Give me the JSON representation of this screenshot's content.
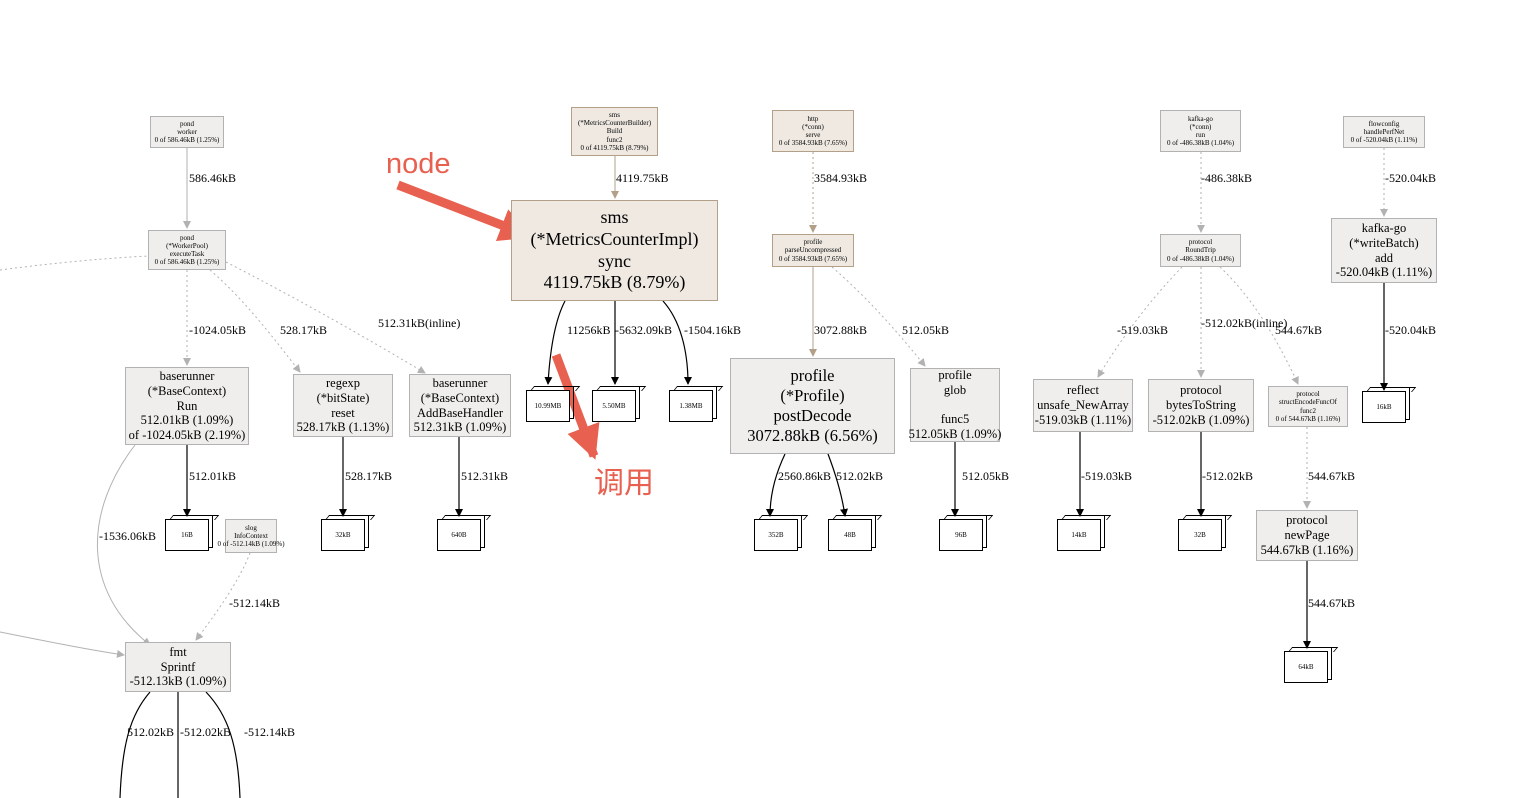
{
  "nodes": {
    "pond_worker": [
      "pond",
      "worker",
      "0 of 586.46kB (1.25%)"
    ],
    "pond_execute": [
      "pond",
      "(*WorkerPool)",
      "executeTask",
      "0 of 586.46kB (1.25%)"
    ],
    "sms_build": [
      "sms",
      "(*MetricsCounterBuilder)",
      "Build",
      "func2",
      "0 of 4119.75kB (8.79%)"
    ],
    "sms_sync": [
      "sms",
      "(*MetricsCounterImpl)",
      "sync",
      "4119.75kB (8.79%)"
    ],
    "http_serve": [
      "http",
      "(*conn)",
      "serve",
      "0 of 3584.93kB (7.65%)"
    ],
    "profile_parse": [
      "profile",
      "parseUncompressed",
      "0 of 3584.93kB (7.65%)"
    ],
    "profile_postdecode": [
      "profile",
      "(*Profile)",
      "postDecode",
      "3072.88kB (6.56%)"
    ],
    "profile_glob": [
      "profile",
      "glob",
      "",
      "func5",
      "512.05kB (1.09%)"
    ],
    "kafka_run": [
      "kafka-go",
      "(*conn)",
      "run",
      "0 of -486.38kB (1.04%)"
    ],
    "protocol_roundtrip": [
      "protocol",
      "RoundTrip",
      "0 of -486.38kB (1.04%)"
    ],
    "flowconfig": [
      "flowconfig",
      "handlePerfNet",
      "0 of -520.04kB (1.11%)"
    ],
    "kafka_writebatch": [
      "kafka-go",
      "(*writeBatch)",
      "add",
      "-520.04kB (1.11%)"
    ],
    "baserunner_run": [
      "baserunner",
      "(*BaseContext)",
      "Run",
      "512.01kB (1.09%)",
      "of -1024.05kB (2.19%)"
    ],
    "regexp_reset": [
      "regexp",
      "(*bitState)",
      "reset",
      "528.17kB (1.13%)"
    ],
    "baserunner_add": [
      "baserunner",
      "(*BaseContext)",
      "AddBaseHandler",
      "512.31kB (1.09%)"
    ],
    "reflect_unsafe": [
      "reflect",
      "unsafe_NewArray",
      "-519.03kB (1.11%)"
    ],
    "protocol_bytes": [
      "protocol",
      "bytesToString",
      "-512.02kB (1.09%)"
    ],
    "protocol_struct": [
      "protocol",
      "structEncodeFuncOf",
      "func2",
      "0 of 544.67kB (1.16%)"
    ],
    "slog_info": [
      "slog",
      "InfoContext",
      "0 of -512.14kB (1.09%)"
    ],
    "protocol_newpage": [
      "protocol",
      "newPage",
      "544.67kB (1.16%)"
    ],
    "fmt_sprintf": [
      "fmt",
      "Sprintf",
      "-512.13kB (1.09%)"
    ]
  },
  "leaves": {
    "sms_a": "10.99MB",
    "sms_b": "5.50MB",
    "sms_c": "1.38MB",
    "kafka_wb": "16kB",
    "br_run": "16B",
    "regexp": "32kB",
    "br_add": "640B",
    "pd_a": "352B",
    "pd_b": "48B",
    "glob": "96B",
    "reflect": "14kB",
    "bytes": "32B",
    "newpage": "64kB"
  },
  "edges": {
    "pond_w_e": "586.46kB",
    "sms_b_s": "4119.75kB",
    "http_p": "3584.93kB",
    "kafka_p": "-486.38kB",
    "flow_k": "-520.04kB",
    "pond_br": "-1024.05kB",
    "pond_re": "528.17kB",
    "pond_add": [
      "512.31kB",
      "(inline)"
    ],
    "sms_a": "11256kB",
    "sms_b": "-5632.09kB",
    "sms_c": "-1504.16kB",
    "parse_pd": "3072.88kB",
    "parse_glob": "512.05kB",
    "rt_reflect": "-519.03kB",
    "rt_bytes": [
      "-512.02kB",
      "(inline)"
    ],
    "rt_struct": "544.67kB",
    "wb_leaf": "-520.04kB",
    "br_leaf": "512.01kB",
    "re_leaf": "528.17kB",
    "add_leaf": "512.31kB",
    "pd_a": "2560.86kB",
    "pd_b": "512.02kB",
    "glob_leaf": "512.05kB",
    "reflect_leaf": "-519.03kB",
    "bytes_leaf": "-512.02kB",
    "struct_np": "544.67kB",
    "br_fmt": "-1536.06kB",
    "slog_fmt": "-512.14kB",
    "np_leaf": "544.67kB",
    "fmt_a": "512.02kB",
    "fmt_b": "-512.02kB",
    "fmt_c": "-512.14kB"
  },
  "annotations": {
    "node": "node",
    "call": "调用"
  },
  "colors": {
    "annotation": "#e8604f",
    "edge_gray": "#b2b2b2",
    "edge_warm": "#b2a089",
    "edge_dark": "#000000",
    "node_fill": "#efeeec",
    "node_warm_fill": "#efe9e2"
  }
}
